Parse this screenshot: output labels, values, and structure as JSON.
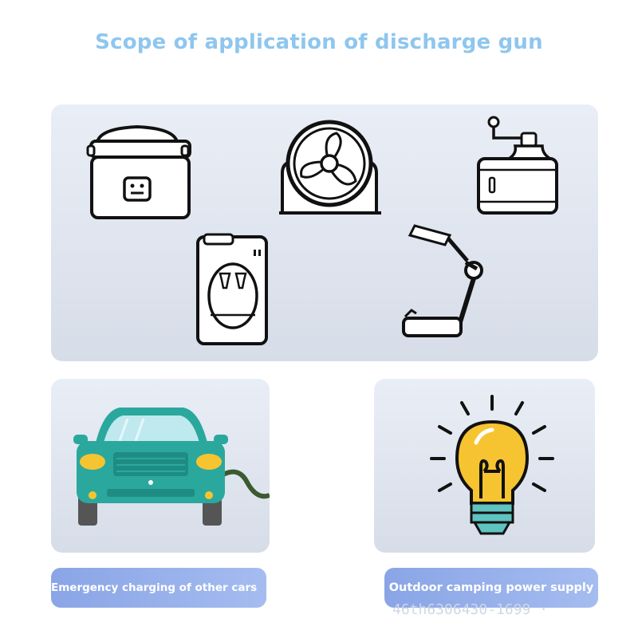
{
  "page": {
    "title": "Scope of application of discharge gun",
    "faded_text": "46th6306430-1699 ·"
  },
  "captions": {
    "left": "Emergency charging of other cars",
    "right": "Outdoor camping power supply"
  },
  "icons": {
    "rice_cooker": "rice-cooker-icon",
    "fan": "desk-fan-icon",
    "grinder": "coffee-grinder-icon",
    "water_dispenser": "water-dispenser-icon",
    "lamp": "desk-lamp-icon",
    "car": "car-icon",
    "bulb": "light-bulb-icon"
  },
  "colors": {
    "title": "#8ec6ee",
    "car_body": "#2aa89d",
    "bulb": "#f7c431",
    "bulb_base": "#5fc3c0",
    "caption_pill": "#8aa5e6"
  }
}
